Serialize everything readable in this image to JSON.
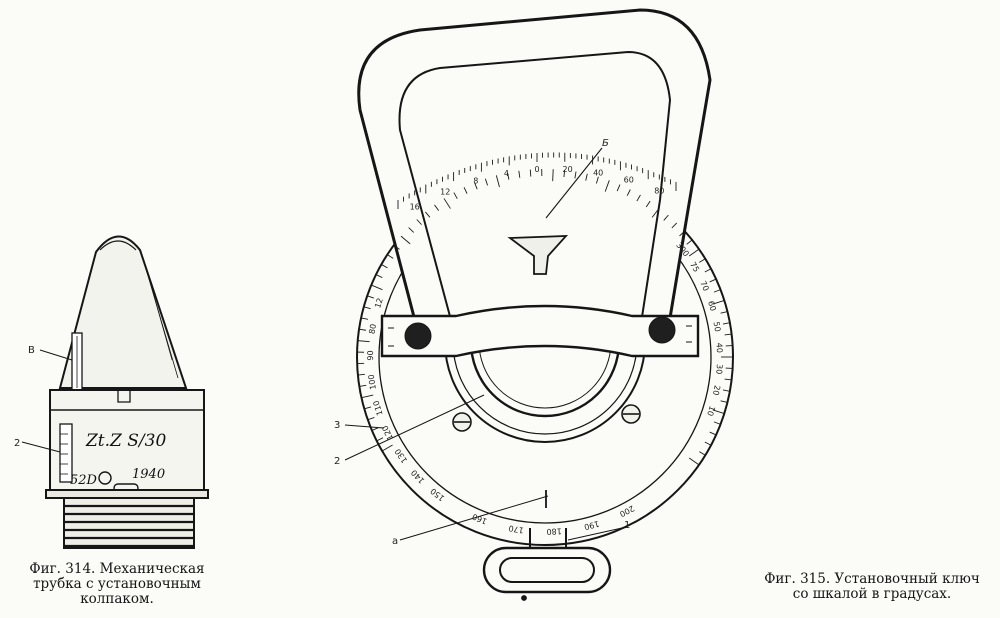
{
  "figure_314": {
    "caption_lines": [
      "Фиг. 314. Механическая",
      "трубка с установочным",
      "колпаком."
    ],
    "labels": {
      "b": "В",
      "two": "2"
    },
    "inscriptions": {
      "model": "Zt.Z S/30",
      "code_left": "52D",
      "code_right": "1940"
    }
  },
  "figure_315": {
    "caption_lines": [
      "Фиг. 315. Установочный ключ",
      "со шкалой в градусах."
    ],
    "labels": {
      "b": "Б",
      "one": "1",
      "two": "2",
      "three": "3",
      "a": "а"
    },
    "upper_scale_numbers": [
      "16",
      "12",
      "8",
      "4",
      "0",
      "20",
      "40",
      "60",
      "80"
    ],
    "outer_scale_left": [
      "12",
      "80",
      "90",
      "100",
      "110",
      "120",
      "130",
      "140",
      "150"
    ],
    "outer_scale_right": [
      "300",
      "75",
      "70",
      "60",
      "50",
      "40",
      "30",
      "20",
      "10"
    ],
    "outer_scale_bottom": [
      "160",
      "170",
      "180",
      "190",
      "200"
    ]
  }
}
